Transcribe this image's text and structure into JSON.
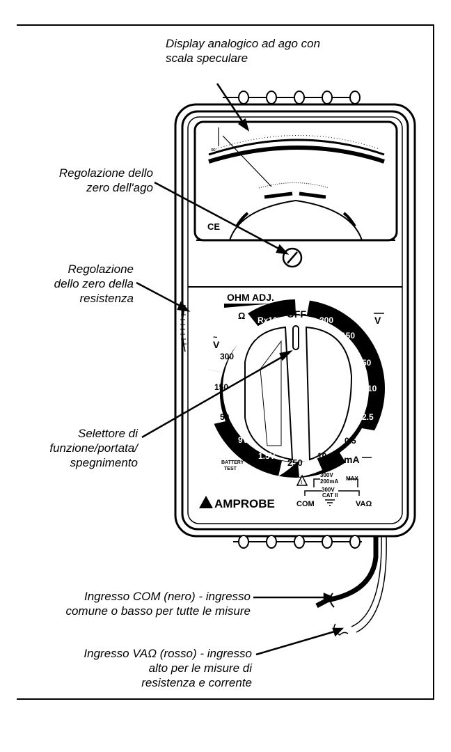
{
  "callouts": {
    "display": {
      "line1": "Display analogico ad ago con",
      "line2": "scala speculare"
    },
    "zero_needle": {
      "line1": "Regolazione dello",
      "line2": "zero dell'ago"
    },
    "zero_resistance": {
      "line1": "Regolazione",
      "line2": "dello zero della",
      "line3": "resistenza"
    },
    "selector": {
      "line1": "Selettore di",
      "line2": "funzione/portata/",
      "line3": "spegnimento"
    },
    "com_input": {
      "line1": "Ingresso COM (nero) - ingresso",
      "line2": "comune o basso per tutte le misure"
    },
    "va_input": {
      "line1": "Ingresso VAΩ  (rosso) - ingresso",
      "line2": "alto per le misure di",
      "line3": "resistenza e corrente"
    }
  },
  "meter": {
    "ce_mark": "CE",
    "ohm_adj": "OHM ADJ.",
    "brand": "AMPROBE",
    "battery_test": {
      "line1": "BATTERY",
      "line2": "TEST"
    },
    "jacks": {
      "com": "COM",
      "va": "VAΩ"
    },
    "rating_top": "300V",
    "rating_mid": "200mA",
    "rating_max": "MAX",
    "rating_cat": "300V",
    "rating_cat2": "CAT II",
    "dial": {
      "off": "OFF",
      "ohm_symbol": "Ω",
      "rx10": "Rx10",
      "rx1k": "Rx1k",
      "dcv_symbol": "V",
      "acv_symbol": "V",
      "ma_label": "mA",
      "dcv_ranges": [
        "300",
        "150",
        "50",
        "10",
        "2.5"
      ],
      "ma_ranges": [
        "0.5",
        "10",
        "250"
      ],
      "acv_ranges": [
        "300",
        "150",
        "50"
      ],
      "battery_ranges": [
        "9V",
        "1.5V"
      ]
    }
  }
}
